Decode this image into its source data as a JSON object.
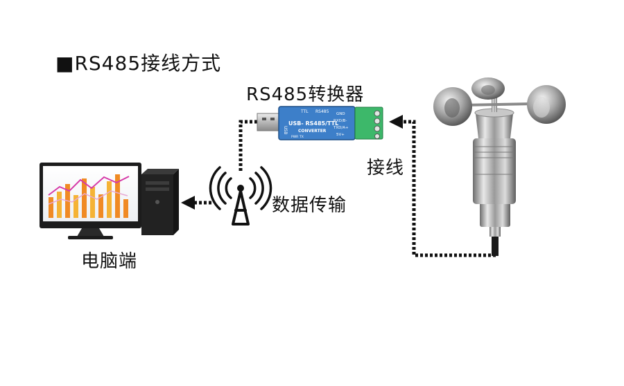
{
  "title": "■RS485接线方式",
  "converter": {
    "label": "RS485转换器",
    "board_main": "USB- RS485/TTL",
    "board_sub": "CONVERTER",
    "board_top_left": "TTL",
    "board_top_right": "RS485",
    "board_usb": "USB",
    "pins": [
      "GND",
      "RXD/B-",
      "TXD/A+",
      "5V+"
    ],
    "leds": [
      "PWR",
      "TX"
    ],
    "board_color": "#3d7fc9",
    "terminal_color": "#3db86a"
  },
  "computer": {
    "label": "电脑端"
  },
  "wireless": {
    "label": "数据传输"
  },
  "wiring": {
    "label": "接线"
  }
}
